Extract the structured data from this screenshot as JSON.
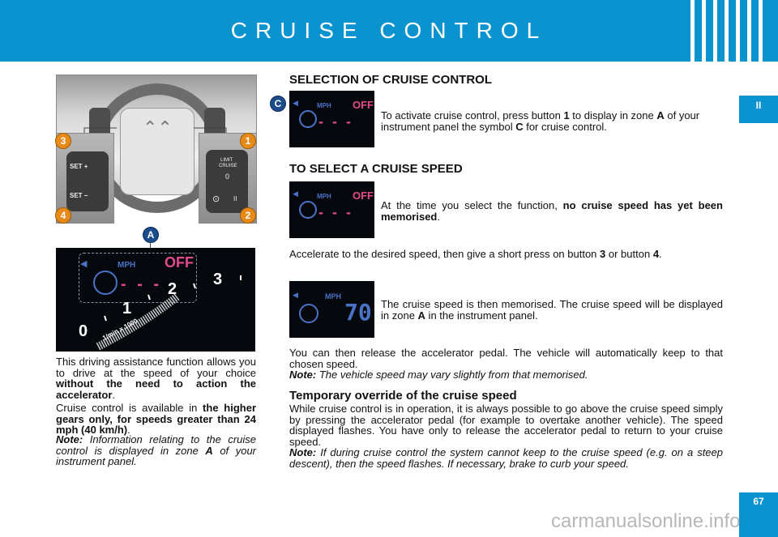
{
  "header": {
    "title": "CRUISE CONTROL",
    "section_tab": "II",
    "page_number": "67"
  },
  "colors": {
    "brand_blue": "#0b93cf",
    "badge_orange": "#e88a1a",
    "badge_navy": "#1b4d8c",
    "lcd_pink": "#e14a8c"
  },
  "figure": {
    "badges": {
      "one": "1",
      "two": "2",
      "three": "3",
      "four": "4",
      "a": "A",
      "c": "C"
    },
    "left_switch": {
      "set_plus": "SET +",
      "set_minus": "SET −"
    },
    "right_switch": {
      "limit": "LIMIT",
      "cruise": "CRUISE",
      "zero": "0",
      "pause": "II"
    },
    "dash": {
      "mph": "MPH",
      "off": "OFF",
      "dashes": "- - -",
      "gear0": "0",
      "gear1": "1",
      "gear2": "2",
      "gear3": "3",
      "rpm": "1/min x 1000"
    }
  },
  "left_text": {
    "p1_before": "This driving assistance function allows you to drive at the speed of your choice ",
    "p1_bold": "without the need to action the accelerator",
    "p1_after": ".",
    "p2_before": "Cruise control is available in ",
    "p2_bold": "the higher gears only, for speeds greater than 24 mph (40 km/h)",
    "p2_after": ".",
    "note_label": "Note:",
    "note_before": " Information relating to the cruise control is displayed in zone ",
    "note_zone": "A",
    "note_after": " of your instrument panel."
  },
  "selection": {
    "heading": "SELECTION OF CRUISE CONTROL",
    "lcd_mph": "MPH",
    "lcd_off": "OFF",
    "lcd_dashes": "- - -",
    "t1": "To activate cruise control, press button ",
    "t_button": "1",
    "t2": " to display in zone ",
    "t_zone": "A",
    "t3": " of your instrument panel the symbol ",
    "t_symbol": "C",
    "t4": " for cruise control."
  },
  "select_speed": {
    "heading": "TO SELECT A CRUISE SPEED",
    "lcd_mph": "MPH",
    "lcd_off": "OFF",
    "lcd_dashes": "- - -",
    "t1": "At the time you select the function, ",
    "t1_bold": "no cruise speed has yet been memorised",
    "t1_after": ".",
    "t2_before": "Accelerate to the desired speed, then give a short press on button ",
    "t2_b3": "3",
    "t2_mid": " or button ",
    "t2_b4": "4",
    "t2_after": ".",
    "lcd3_mph": "MPH",
    "lcd3_speed": "70",
    "t3_before": "The cruise speed is then memorised. The cruise speed will be displayed in zone ",
    "t3_zone": "A",
    "t3_after": " in the instrument panel.",
    "t4": "You can then release the accelerator pedal. The vehicle will automatically keep to that chosen speed.",
    "note_label": "Note:",
    "note_text": " The vehicle speed may vary slightly from that memorised."
  },
  "override": {
    "heading": "Temporary override of the cruise speed",
    "text": "While cruise control is in operation, it is always possible to go above the cruise speed simply by pressing the accelerator pedal (for example to overtake another vehicle). The speed displayed flashes. You have only to release the accelerator pedal to return to your cruise speed.",
    "note_label": "Note:",
    "note_text": " If during cruise control the system cannot keep to the cruise speed (e.g. on a steep descent), then the speed flashes. If necessary, brake to curb your speed."
  },
  "watermark": "carmanualsonline.info"
}
